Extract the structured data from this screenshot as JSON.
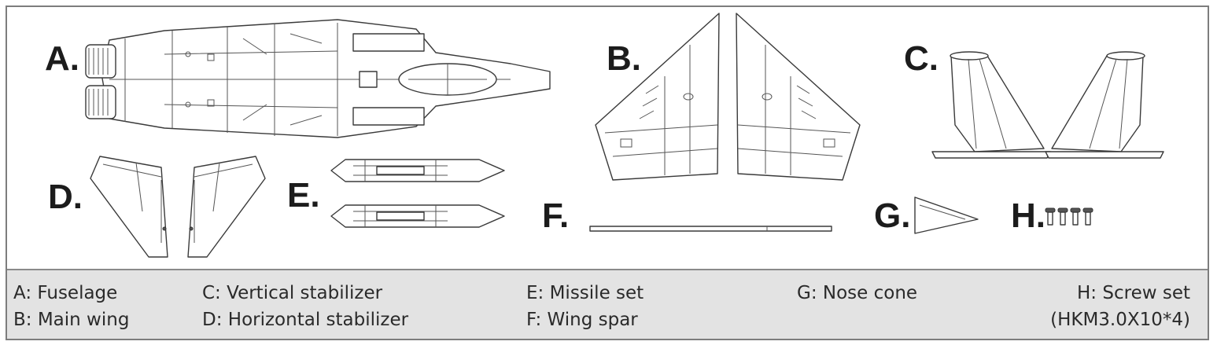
{
  "part_letters": {
    "a": "A.",
    "b": "B.",
    "c": "C.",
    "d": "D.",
    "e": "E.",
    "f": "F.",
    "g": "G.",
    "h": "H."
  },
  "legend": {
    "a": "A: Fuselage",
    "b": "B: Main wing",
    "c": "C: Vertical stabilizer",
    "d": "D: Horizontal stabilizer",
    "e": "E: Missile set",
    "f": "F: Wing spar",
    "g": "G: Nose cone",
    "h_line1": "H: Screw set",
    "h_line2": "(HKM3.0X10*4)"
  },
  "colors": {
    "border": "#7d7d7d",
    "legend_background": "#e3e3e3",
    "line_art": "#3a3a3a",
    "text": "#2a2a2a"
  }
}
